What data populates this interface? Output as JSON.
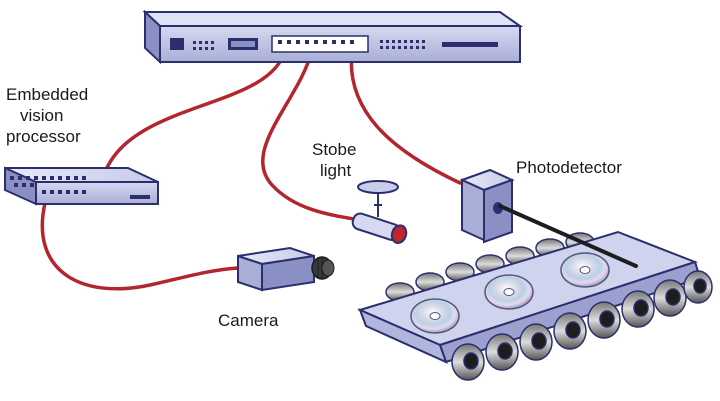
{
  "labels": {
    "processor": [
      "Embedded",
      "vision",
      "processor"
    ],
    "strobe": [
      "Stobe",
      "light"
    ],
    "photodetector": "Photodetector",
    "camera": "Camera"
  },
  "colors": {
    "background": "#ffffff",
    "device_face": "#c9cdea",
    "device_top": "#dfe2f4",
    "device_dark": "#2b2f6e",
    "cable": "#b3262d",
    "roller": "#3a3a3a",
    "belt": "#cfd3ee",
    "disc": "#c8c8d6"
  },
  "icons": [
    "network-switch-icon",
    "vision-processor-icon",
    "strobe-light-icon",
    "photodetector-icon",
    "camera-icon",
    "conveyor-icon",
    "disc-icon"
  ]
}
